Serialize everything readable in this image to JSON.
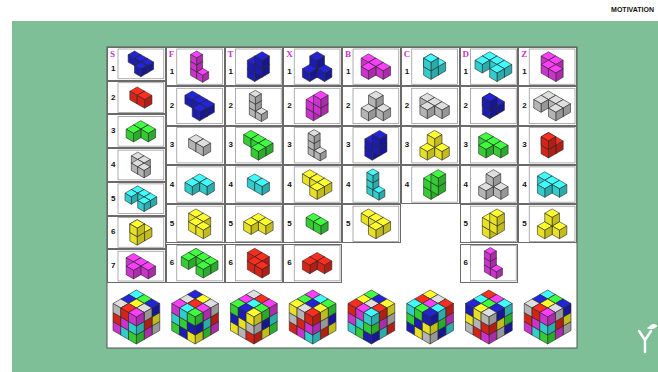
{
  "diagram": {
    "nodes": [
      {
        "text": [
          "S",
          "1"
        ]
      },
      {
        "text": [
          "2"
        ]
      },
      {
        "text": [
          "3"
        ]
      },
      {
        "text": [
          "4"
        ]
      },
      {
        "text": [
          "5"
        ]
      },
      {
        "text": [
          "6"
        ]
      },
      {
        "text": [
          "7"
        ]
      },
      {
        "text": [
          "F",
          "1"
        ]
      },
      {
        "text": [
          "2"
        ]
      },
      {
        "text": [
          "3"
        ]
      },
      {
        "text": [
          "4"
        ]
      },
      {
        "text": [
          "5"
        ]
      },
      {
        "text": [
          "6"
        ]
      },
      {
        "text": [
          "T",
          "1"
        ]
      },
      {
        "text": [
          "2"
        ]
      },
      {
        "text": [
          "3"
        ]
      },
      {
        "text": [
          "4"
        ]
      },
      {
        "text": [
          "5"
        ]
      },
      {
        "text": [
          "6"
        ]
      },
      {
        "text": [
          "X",
          "1"
        ]
      },
      {
        "text": [
          "2"
        ]
      },
      {
        "text": [
          "3"
        ]
      },
      {
        "text": [
          "4"
        ]
      },
      {
        "text": [
          "5"
        ]
      },
      {
        "text": [
          "6"
        ]
      },
      {
        "text": [
          "B",
          "1"
        ]
      },
      {
        "text": [
          "2"
        ]
      },
      {
        "text": [
          "3"
        ]
      },
      {
        "text": [
          "4"
        ]
      },
      {
        "text": [
          "5"
        ]
      },
      {
        "text": [
          "C",
          "1"
        ]
      },
      {
        "text": [
          "2"
        ]
      },
      {
        "text": [
          "3"
        ]
      },
      {
        "text": [
          "4"
        ]
      },
      {
        "text": [
          "D",
          "1"
        ]
      },
      {
        "text": [
          "2"
        ]
      },
      {
        "text": [
          "3"
        ]
      },
      {
        "text": [
          "4"
        ]
      },
      {
        "text": [
          "5"
        ]
      },
      {
        "text": [
          "6"
        ]
      },
      {
        "text": [
          "Z",
          "1"
        ]
      },
      {
        "text": [
          "2"
        ]
      },
      {
        "text": [
          "3"
        ]
      },
      {
        "text": [
          "4"
        ]
      },
      {
        "text": [
          "5"
        ]
      }
    ],
    "labels": [
      "MOTIVATION"
    ]
  }
}
